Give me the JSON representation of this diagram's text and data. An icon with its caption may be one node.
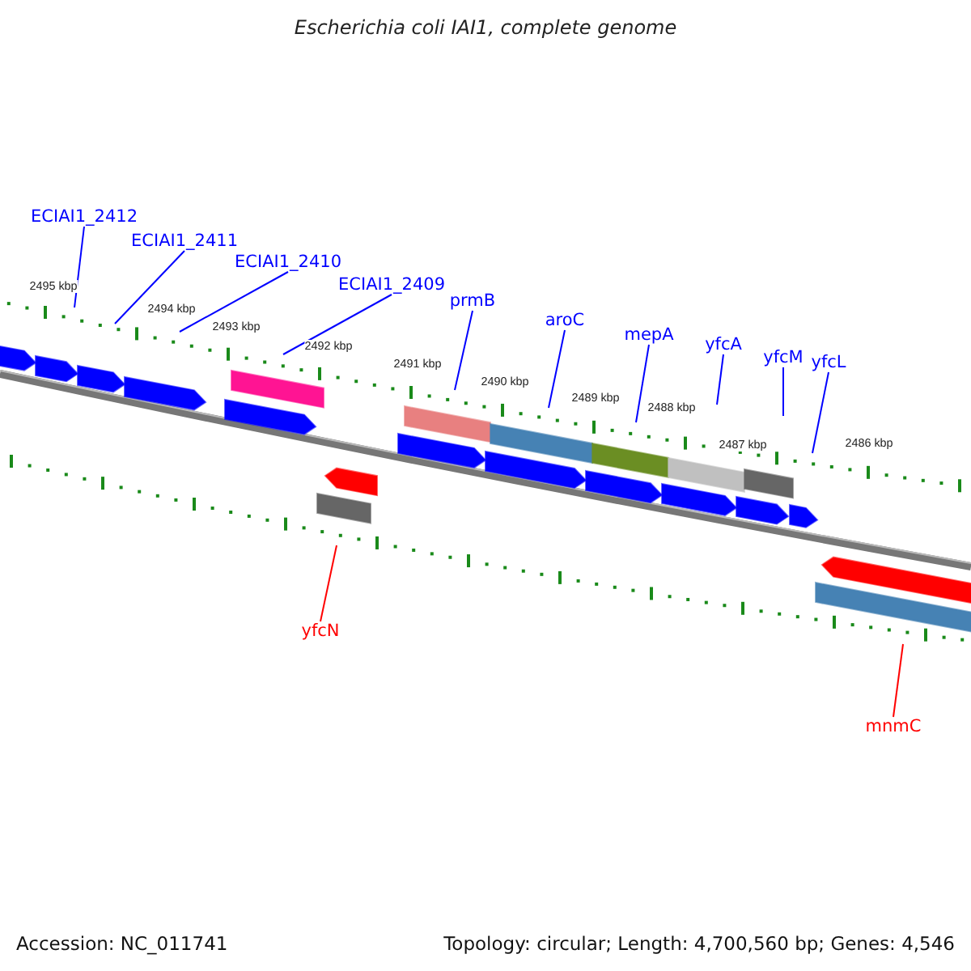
{
  "diagram": {
    "title": "Escherichia coli IAI1, complete genome",
    "nodes": [
      {
        "text": [
          "ECIAI1_2412"
        ]
      },
      {
        "text": [
          "ECIAI1_2411"
        ]
      },
      {
        "text": [
          "ECIAI1_2410"
        ]
      },
      {
        "text": [
          "ECIAI1_2409"
        ]
      },
      {
        "text": [
          "prmB"
        ]
      },
      {
        "text": [
          "aroC"
        ]
      },
      {
        "text": [
          "mepA"
        ]
      },
      {
        "text": [
          "yfcA"
        ]
      },
      {
        "text": [
          "yfcM"
        ]
      },
      {
        "text": [
          "yfcL"
        ]
      },
      {
        "text": [
          "yfcN"
        ]
      },
      {
        "text": [
          "mnmC"
        ]
      }
    ],
    "edges": [
      {
        "from": 0,
        "to": null,
        "arrow": "none"
      },
      {
        "from": 1,
        "to": null,
        "arrow": "none"
      },
      {
        "from": 2,
        "to": null,
        "arrow": "none"
      },
      {
        "from": 3,
        "to": null,
        "arrow": "none"
      },
      {
        "from": 4,
        "to": null,
        "arrow": "none"
      },
      {
        "from": 5,
        "to": null,
        "arrow": "none"
      },
      {
        "from": 6,
        "to": null,
        "arrow": "none"
      },
      {
        "from": 7,
        "to": null,
        "arrow": "none"
      },
      {
        "from": 8,
        "to": null,
        "arrow": "none"
      },
      {
        "from": 9,
        "to": null,
        "arrow": "none"
      },
      {
        "from": 10,
        "to": null,
        "arrow": "none",
        "color": "#ff0000"
      },
      {
        "from": 11,
        "to": null,
        "arrow": "none",
        "color": "#ff0000"
      }
    ],
    "labels": [
      "2495 kbp",
      "2494 kbp",
      "2493 kbp",
      "2492 kbp",
      "2491 kbp",
      "2490 kbp",
      "2489 kbp",
      "2488 kbp",
      "2487 kbp",
      "2486 kbp",
      "Accession: NC_011741",
      "Topology: circular; Length: 4,700,560 bp; Genes: 4,546"
    ]
  }
}
